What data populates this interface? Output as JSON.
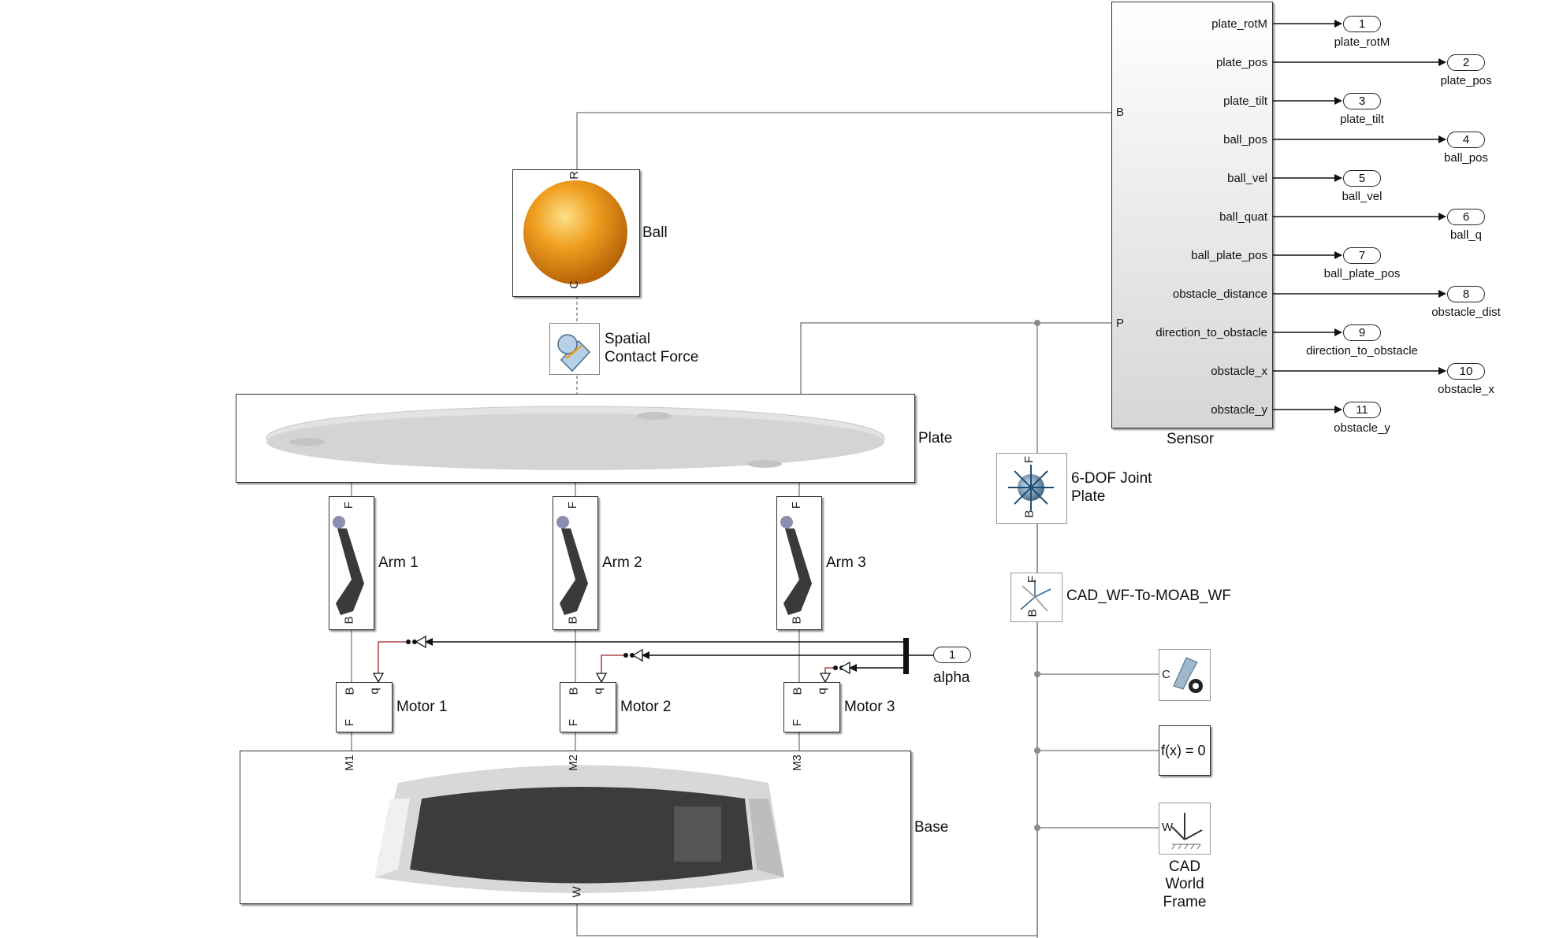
{
  "blocks": {
    "ball": "Ball",
    "contact_force": [
      "Spatial",
      "Contact Force"
    ],
    "plate": "Plate",
    "arms": [
      "Arm 1",
      "Arm 2",
      "Arm 3"
    ],
    "motors": [
      "Motor 1",
      "Motor 2",
      "Motor 3"
    ],
    "mounts": [
      "M1",
      "M2",
      "M3"
    ],
    "base": "Base",
    "sensor": "Sensor",
    "joint_6dof": [
      "6-DOF Joint",
      "Plate"
    ],
    "cad_transform": "CAD_WF-To-MOAB_WF",
    "solver": "f(x) = 0",
    "world_frame": [
      "CAD",
      "World",
      "Frame"
    ],
    "alpha_port": {
      "num": "1",
      "name": "alpha"
    }
  },
  "ports": {
    "B": "B",
    "F": "F",
    "R": "R",
    "C": "C",
    "P": "P",
    "q": "q",
    "W": "W"
  },
  "sensor_outputs": [
    {
      "signal": "plate_rotM",
      "num": "1",
      "name": "plate_rotM"
    },
    {
      "signal": "plate_pos",
      "num": "2",
      "name": "plate_pos"
    },
    {
      "signal": "plate_tilt",
      "num": "3",
      "name": "plate_tilt"
    },
    {
      "signal": "ball_pos",
      "num": "4",
      "name": "ball_pos"
    },
    {
      "signal": "ball_vel",
      "num": "5",
      "name": "ball_vel"
    },
    {
      "signal": "ball_quat",
      "num": "6",
      "name": "ball_q"
    },
    {
      "signal": "ball_plate_pos",
      "num": "7",
      "name": "ball_plate_pos"
    },
    {
      "signal": "obstacle_distance",
      "num": "8",
      "name": "obstacle_dist"
    },
    {
      "signal": "direction_to_obstacle",
      "num": "9",
      "name": "direction_to_obstacle"
    },
    {
      "signal": "obstacle_x",
      "num": "10",
      "name": "obstacle_x"
    },
    {
      "signal": "obstacle_y",
      "num": "11",
      "name": "obstacle_y"
    }
  ],
  "colors": {
    "line": "#8a8a8a",
    "signal": "#111111",
    "ball": "#e8901a",
    "accent": "#a02020"
  }
}
